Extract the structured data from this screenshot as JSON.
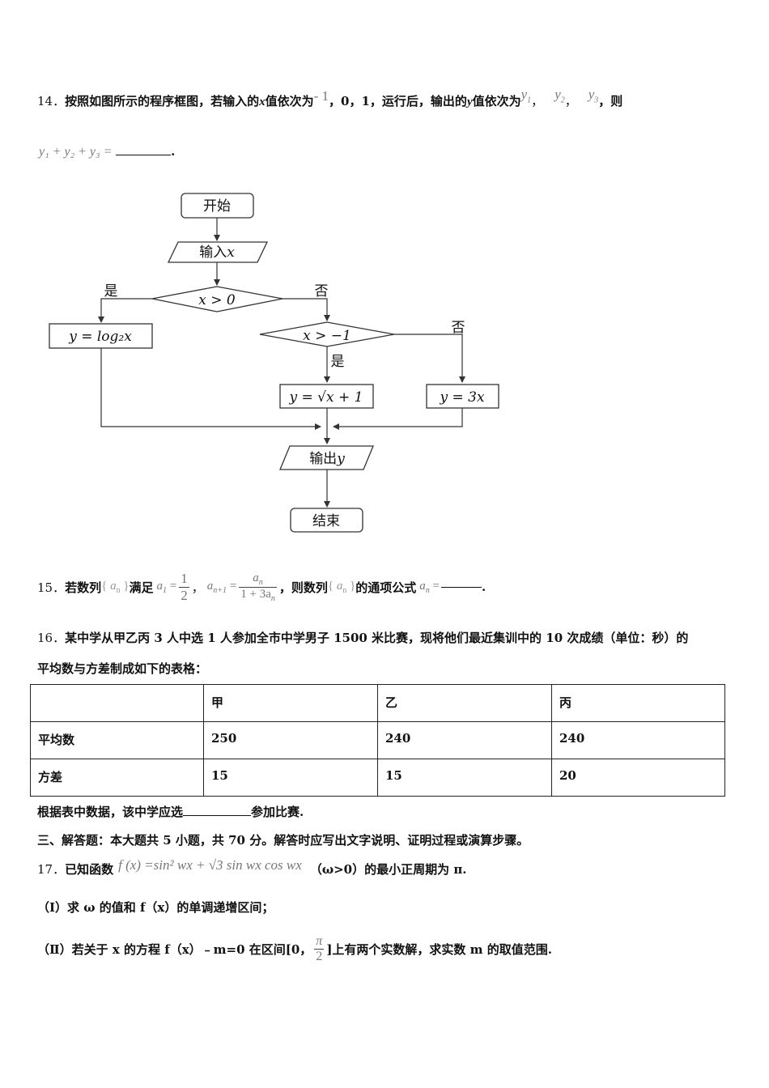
{
  "q14": {
    "num": "14．",
    "t1": "按照如图所示的程序框图，若输入的",
    "var_x": "x",
    "t2": "值依次为",
    "input_values": "- 1",
    "t3": "，0，1，运行后，输出的",
    "var_y": "y",
    "t4": "值依次为",
    "y1": "y",
    "y2": "y",
    "y3": "y",
    "sub1": "1",
    "sub2": "2",
    "sub3": "3",
    "t5": "，则",
    "sum_expr": "y₁ + y₂ + y₃ =",
    "end": "."
  },
  "flowchart": {
    "start": "开始",
    "input": "输入",
    "input_var": "x",
    "cond1": "x > 0",
    "cond2": "x > −1",
    "yes": "是",
    "no": "否",
    "box_log": "y = log₂x",
    "box_sqrt": "y = √x + 1",
    "box_3x": "y = 3x",
    "output": "输出",
    "output_var": "y",
    "end": "结束"
  },
  "q15": {
    "num": "15．",
    "t1": "若数列",
    "a_n": "a",
    "t2": "满足",
    "a1_lhs": "a",
    "a1_eq": "=",
    "a1_num": "1",
    "a1_den": "2",
    "comma": "，",
    "rec_lhs": "a",
    "rec_lhs_sub": "n+1",
    "rec_num": "a",
    "rec_den": "1 + 3a",
    "t3": "，则数列",
    "t4": "的通项公式",
    "tail_eq": "=",
    "end": "."
  },
  "q16": {
    "num": "16．",
    "line1": "某中学从甲乙丙 3 人中选 1 人参加全市中学男子 1500 米比赛，现将他们最近集训中的 10 次成绩（单位：秒）的",
    "line2": "平均数与方差制成如下的表格：",
    "table": {
      "headers": [
        "",
        "甲",
        "乙",
        "丙"
      ],
      "rows": [
        [
          "平均数",
          "250",
          "240",
          "240"
        ],
        [
          "方差",
          "15",
          "15",
          "20"
        ]
      ]
    },
    "after_1": "根据表中数据，该中学应选",
    "after_2": "参加比赛."
  },
  "section3": "三、解答题：本大题共 5 小题，共 70 分。解答时应写出文字说明、证明过程或演算步骤。",
  "q17": {
    "num": "17．",
    "t1": "已知函数",
    "func": "f (x) =sin² wx + √3 sin wx cos wx",
    "t2": "（ω>0）的最小正周期为 π.",
    "part1": "（Ⅰ）求 ω 的值和 f（x）的单调递增区间；",
    "part2_a": "（Ⅱ）若关于 x 的方程 f（x）﹣m=0 在区间[0，",
    "part2_num": "π",
    "part2_den": "2",
    "part2_b": "]上有两个实数解，求实数 m 的取值范围."
  }
}
